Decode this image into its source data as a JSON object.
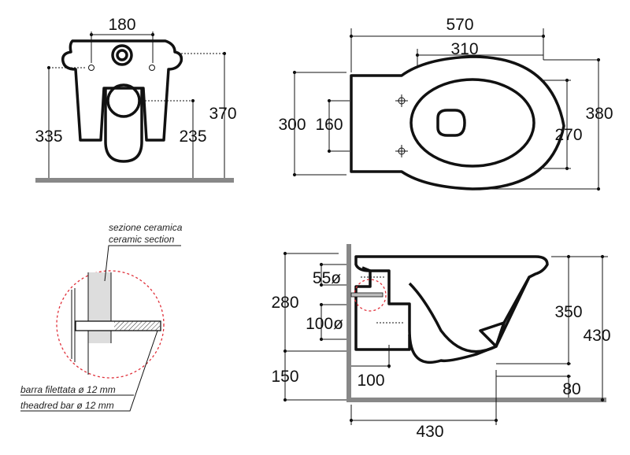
{
  "front_view": {
    "dims": {
      "width_180": "180",
      "height_370": "370",
      "height_335": "335",
      "height_235": "235"
    }
  },
  "plan_view": {
    "dims": {
      "length_570": "570",
      "length_310": "310",
      "width_300": "300",
      "width_160": "160",
      "width_270": "270",
      "width_380": "380"
    }
  },
  "detail": {
    "section_it": "sezione ceramica",
    "section_en": "ceramic section",
    "bar_it": "barra filettata ø 12 mm",
    "bar_en": "theadred bar ø 12 mm",
    "accent_color": "#e0303a"
  },
  "side_view": {
    "dims": {
      "height_280": "280",
      "dia_55": "55ø",
      "dia_100": "100ø",
      "height_150": "150",
      "offset_100": "100",
      "height_350": "350",
      "height_430": "430",
      "depth_80": "80",
      "length_430": "430"
    }
  }
}
